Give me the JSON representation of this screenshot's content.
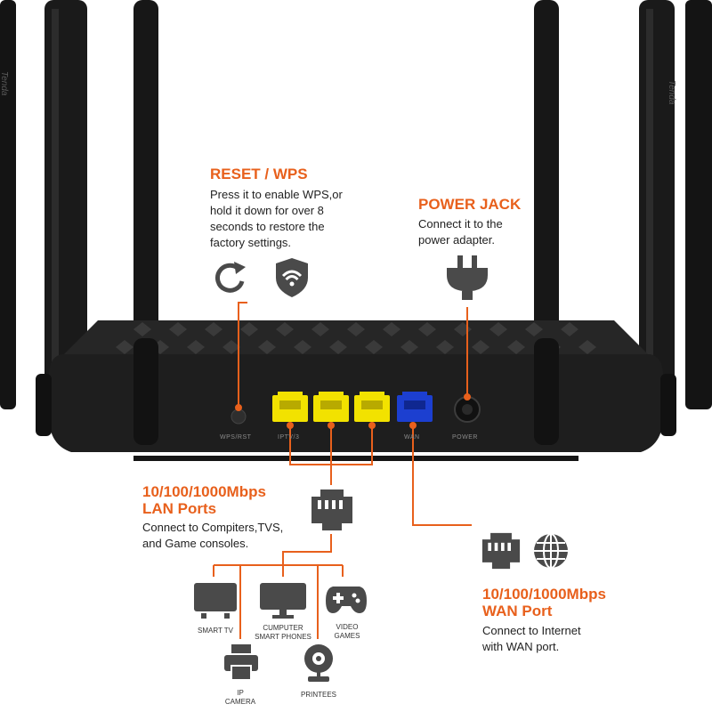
{
  "brand": "Tenda",
  "colors": {
    "accent": "#e8601c",
    "router_body": "#1e1e1e",
    "lan_port": "#f2e200",
    "wan_port": "#1c3fd0",
    "icon_gray": "#4a4a4a"
  },
  "reset_wps": {
    "title": "RESET / WPS",
    "description_lines": [
      "Press it to enable WPS,or",
      "hold it down for over 8",
      "seconds to restore the",
      "factory settings."
    ],
    "icons": [
      "refresh-icon",
      "wifi-shield-icon"
    ]
  },
  "power_jack": {
    "title": "POWER JACK",
    "description_lines": [
      "Connect it to the",
      "power adapter."
    ],
    "icons": [
      "power-plug-icon"
    ]
  },
  "router_labels": {
    "wps_rst": "WPS/RST",
    "iptv": "IPTV/3",
    "wan": "WAN",
    "power": "POWER"
  },
  "lan_ports": {
    "title_lines": [
      "10/100/1000Mbps",
      "LAN Ports"
    ],
    "description_lines": [
      "Connect to Compiters,TVS,",
      "and Game consoles."
    ],
    "devices": [
      {
        "label_lines": [
          "SMART TV"
        ],
        "icon": "tv-icon"
      },
      {
        "label_lines": [
          "CUMPUTER",
          "SMART PHONES"
        ],
        "icon": "monitor-icon"
      },
      {
        "label_lines": [
          "VIDEO",
          "GAMES"
        ],
        "icon": "gamepad-icon"
      },
      {
        "label_lines": [
          "IP",
          "CAMERA"
        ],
        "icon": "printer-icon"
      },
      {
        "label_lines": [
          "PRINTEES"
        ],
        "icon": "webcam-icon"
      }
    ]
  },
  "wan_port": {
    "title_lines": [
      "10/100/1000Mbps",
      "WAN Port"
    ],
    "description_lines": [
      "Connect to Internet",
      "with WAN port."
    ],
    "icons": [
      "ethernet-port-icon",
      "globe-icon"
    ]
  }
}
